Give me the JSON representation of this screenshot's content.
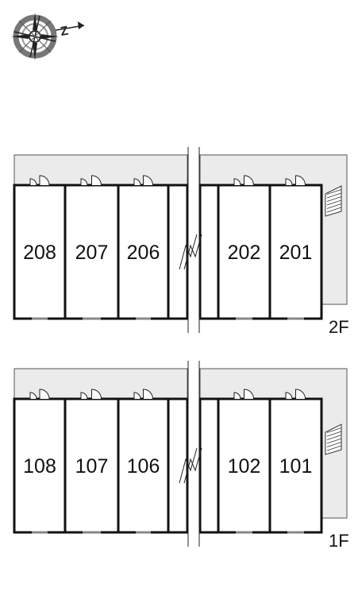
{
  "compass": {
    "north_letter": "Z",
    "icon": "compass-icon"
  },
  "colors": {
    "corridor": "#ebebeb",
    "wall": "#111111"
  },
  "floors": [
    {
      "id": "2f",
      "label": "2F",
      "left_rooms": [
        "208",
        "207",
        "206",
        ""
      ],
      "right_rooms": [
        "202",
        "201"
      ]
    },
    {
      "id": "1f",
      "label": "1F",
      "left_rooms": [
        "108",
        "107",
        "106",
        ""
      ],
      "right_rooms": [
        "102",
        "101"
      ]
    }
  ]
}
